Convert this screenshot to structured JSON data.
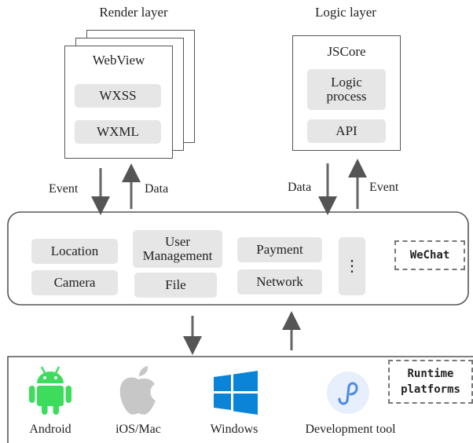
{
  "render_layer": {
    "title": "Render layer",
    "webview": "WebView",
    "items": [
      "WXSS",
      "WXML"
    ]
  },
  "logic_layer": {
    "title": "Logic layer",
    "jscore": "JSCore",
    "items": [
      "Logic process",
      "API"
    ]
  },
  "arrows": {
    "render_event": "Event",
    "render_data": "Data",
    "logic_data": "Data",
    "logic_event": "Event"
  },
  "wechat_services": {
    "badge": "WeChat",
    "items": [
      "Location",
      "Camera",
      "User Management",
      "File",
      "Payment",
      "Network"
    ],
    "more": "⋮"
  },
  "runtime": {
    "badge": "Runtime platforms",
    "platforms": [
      "Android",
      "iOS/Mac",
      "Windows",
      "Development tool"
    ]
  },
  "icon_colors": {
    "android": "#3ddc5c",
    "apple": "#c7c7c7",
    "windows": "#0a84d6",
    "devtool": "#4a8ae6"
  }
}
